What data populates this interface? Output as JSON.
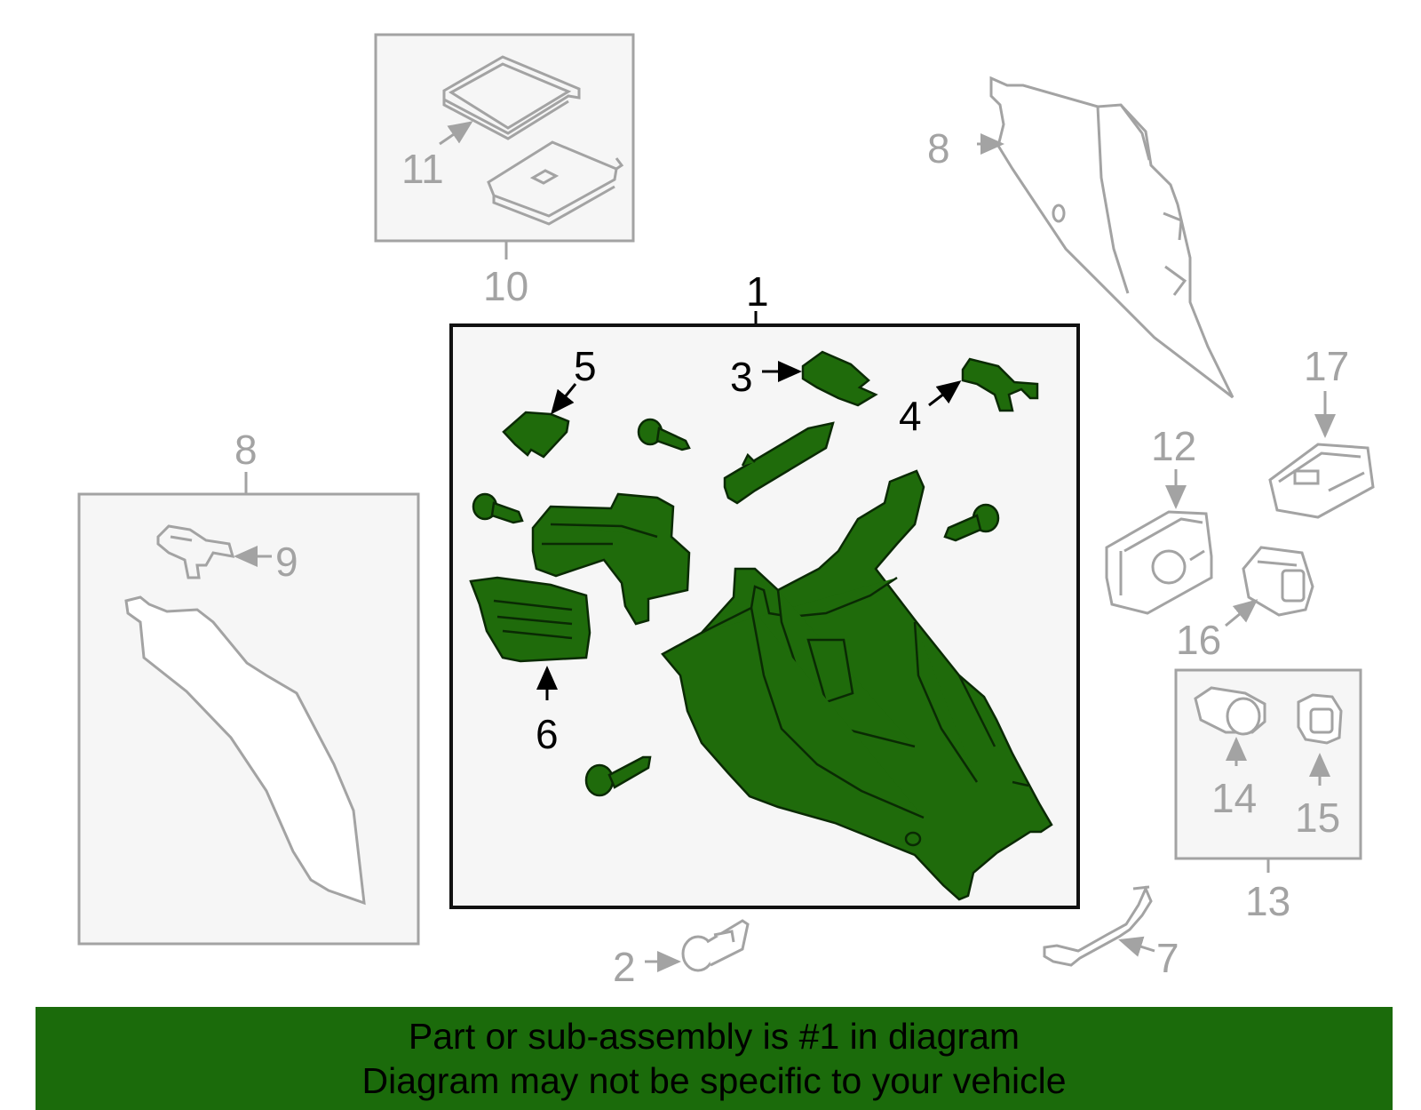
{
  "colors": {
    "highlight": "#1f6b0b",
    "highlight_outline": "#0a2a04",
    "banner_bg": "#1b6b0b",
    "box_fill": "#f6f6f6",
    "grey_line": "#a3a3a3",
    "main_box_border": "#111111"
  },
  "callouts": {
    "c1": "1",
    "c2": "2",
    "c3": "3",
    "c4": "4",
    "c5": "5",
    "c6": "6",
    "c7": "7",
    "c8_left": "8",
    "c8_right": "8",
    "c9": "9",
    "c10": "10",
    "c11": "11",
    "c12": "12",
    "c13": "13",
    "c14": "14",
    "c15": "15",
    "c16": "16",
    "c17": "17"
  },
  "banner": {
    "line1": "Part or sub-assembly is #1 in diagram",
    "line2": "Diagram may not be specific to your vehicle"
  }
}
